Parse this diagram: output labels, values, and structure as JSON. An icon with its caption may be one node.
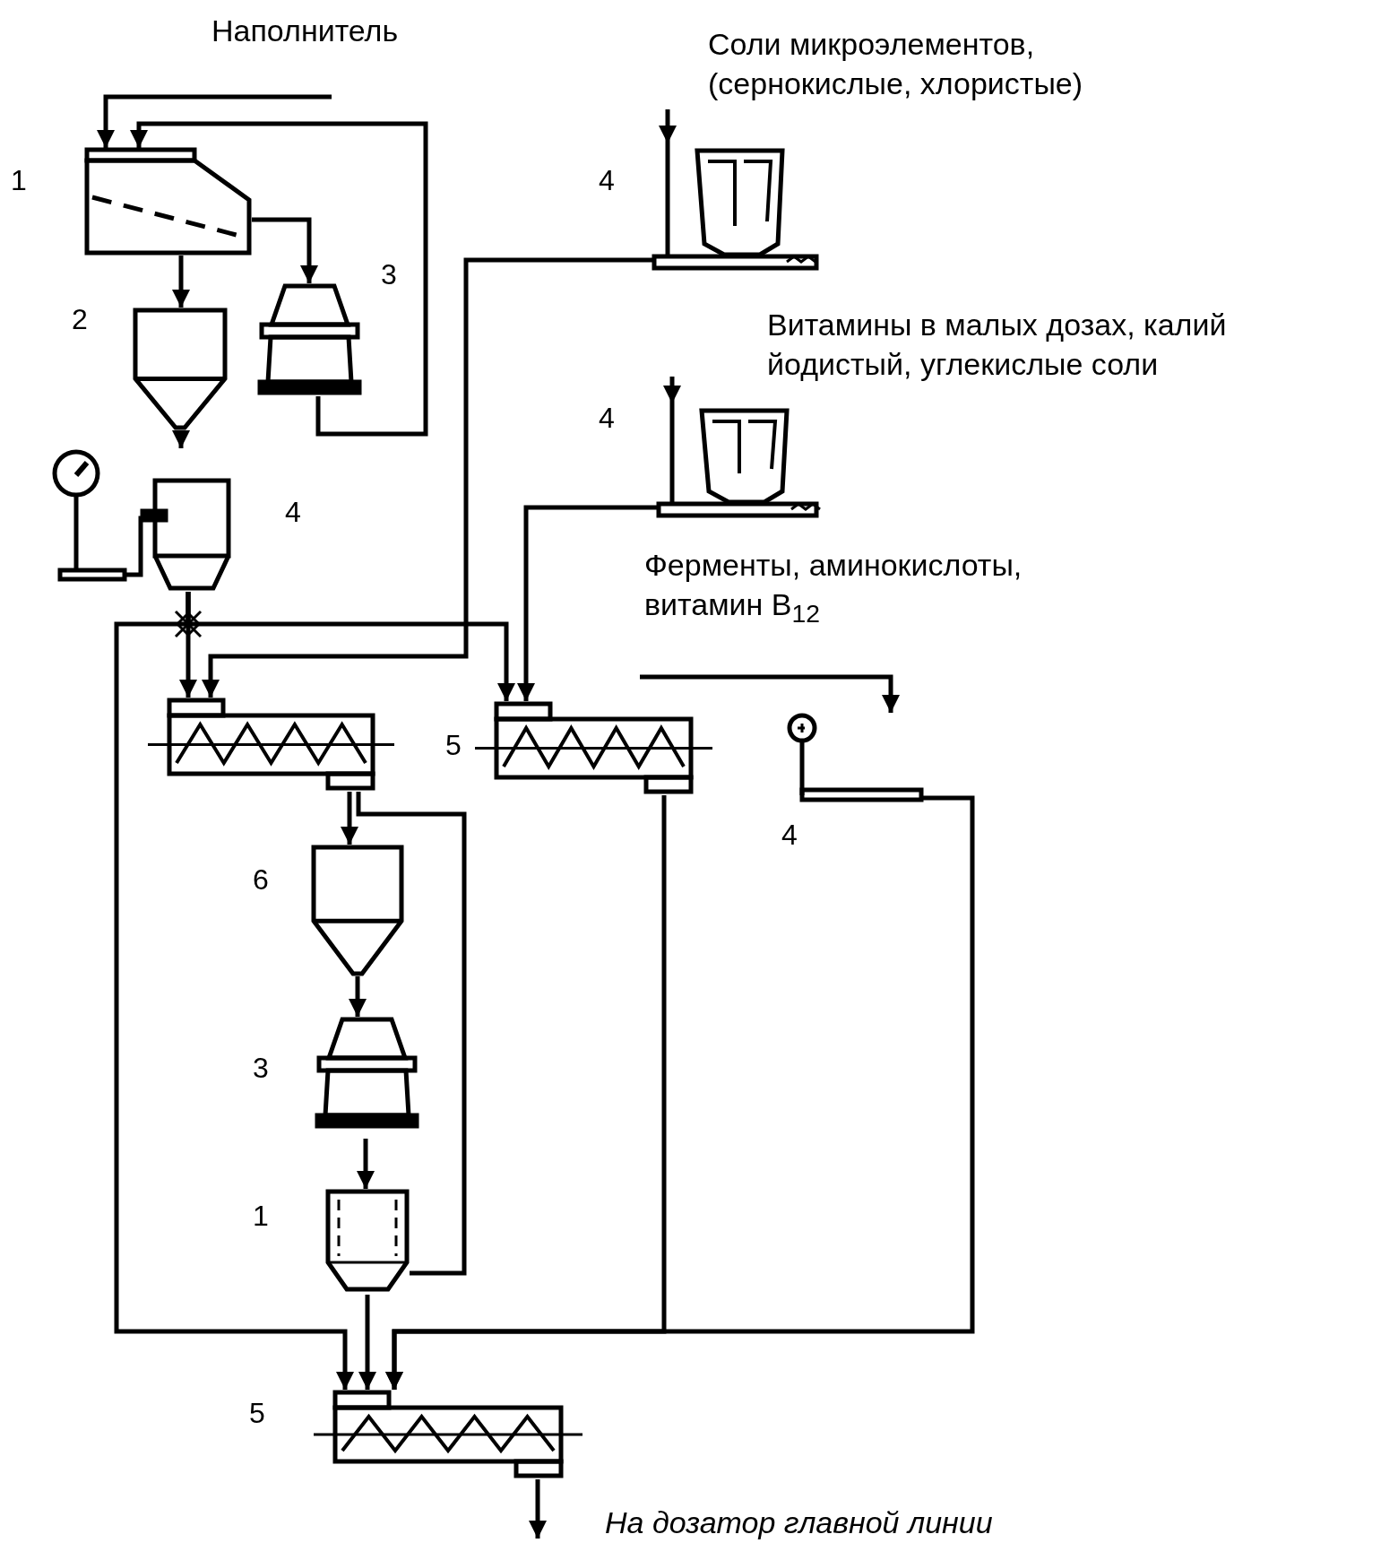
{
  "diagram": {
    "nodes": [
      {
        "text": [],
        "shape": "picture",
        "beside": [
          "1"
        ]
      },
      {
        "text": [],
        "shape": "picture",
        "beside": [
          "3"
        ]
      },
      {
        "text": [],
        "shape": "picture",
        "beside": [
          "2"
        ]
      },
      {
        "text": [],
        "shape": "picture",
        "beside": [
          "4"
        ]
      },
      {
        "text": [],
        "shape": "picture",
        "beside": [
          "4"
        ]
      },
      {
        "text": [],
        "shape": "picture",
        "beside": [
          "4"
        ]
      },
      {
        "text": [],
        "shape": "picture"
      },
      {
        "text": [],
        "shape": "picture",
        "beside": [
          "5"
        ]
      },
      {
        "text": [],
        "shape": "picture",
        "beside": [
          "4"
        ]
      },
      {
        "text": [],
        "shape": "picture",
        "beside": [
          "6"
        ]
      },
      {
        "text": [],
        "shape": "picture",
        "beside": [
          "3"
        ]
      },
      {
        "text": [],
        "shape": "picture",
        "beside": [
          "1"
        ]
      },
      {
        "text": [],
        "shape": "picture",
        "beside": [
          "5"
        ]
      }
    ],
    "edges": [
      {
        "from": null,
        "to": 0,
        "arrow": "to"
      },
      {
        "from": 0,
        "to": 2,
        "arrow": "to"
      },
      {
        "from": 0,
        "to": 1,
        "arrow": "to"
      },
      {
        "from": 1,
        "to": 0,
        "arrow": "to"
      },
      {
        "from": 2,
        "to": 3,
        "arrow": "to"
      },
      {
        "from": 3,
        "to": 6,
        "arrow": "to"
      },
      {
        "from": 3,
        "to": 7,
        "arrow": "to"
      },
      {
        "from": 3,
        "to": 12,
        "arrow": "to"
      },
      {
        "from": 4,
        "to": 6,
        "arrow": "to"
      },
      {
        "from": 5,
        "to": 7,
        "arrow": "to"
      },
      {
        "from": 6,
        "to": 9,
        "arrow": "to"
      },
      {
        "from": 6,
        "to": 11,
        "arrow": "none"
      },
      {
        "from": 9,
        "to": 10,
        "arrow": "to"
      },
      {
        "from": 10,
        "to": 11,
        "arrow": "to"
      },
      {
        "from": 11,
        "to": 12,
        "arrow": "to"
      },
      {
        "from": 7,
        "to": 12,
        "arrow": "to"
      },
      {
        "from": null,
        "to": 8,
        "arrow": "to"
      },
      {
        "from": 8,
        "to": 12,
        "arrow": "to"
      },
      {
        "from": null,
        "to": 4,
        "arrow": "to"
      },
      {
        "from": null,
        "to": 5,
        "arrow": "to"
      },
      {
        "from": 12,
        "to": null,
        "arrow": "to"
      }
    ],
    "labels": [
      "Наполнитель",
      "Соли микроэлементов, (сернокислые, хлористые)",
      "Витамины в малых дозах, калий йодистый, углекислые соли",
      "Ферменты, аминокислоты, витамин B$_{12}$",
      "На дозатор главной линии"
    ]
  }
}
